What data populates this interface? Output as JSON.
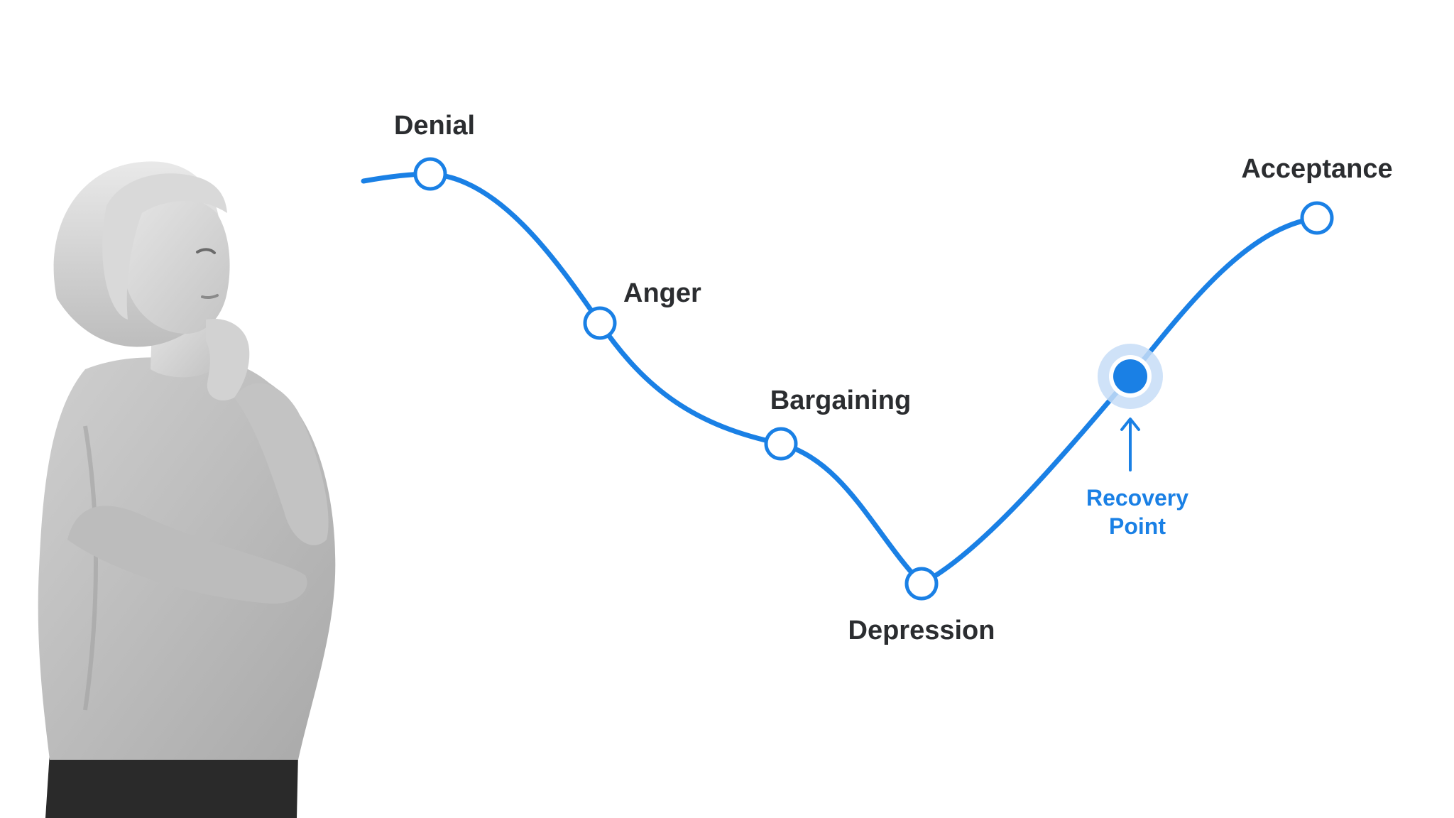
{
  "colors": {
    "accent": "#1a80e5",
    "halo": "#c7ddf7",
    "label": "#2b2d30",
    "node_fill": "#ffffff",
    "background": "#ffffff"
  },
  "figure": {
    "illustration": "woman-thinking-grayscale-photo"
  },
  "curve": {
    "stages": [
      {
        "label": "Denial"
      },
      {
        "label": "Anger"
      },
      {
        "label": "Bargaining"
      },
      {
        "label": "Depression"
      },
      {
        "label": "Acceptance"
      }
    ],
    "recovery": {
      "line1": "Recovery",
      "line2": "Point"
    }
  }
}
